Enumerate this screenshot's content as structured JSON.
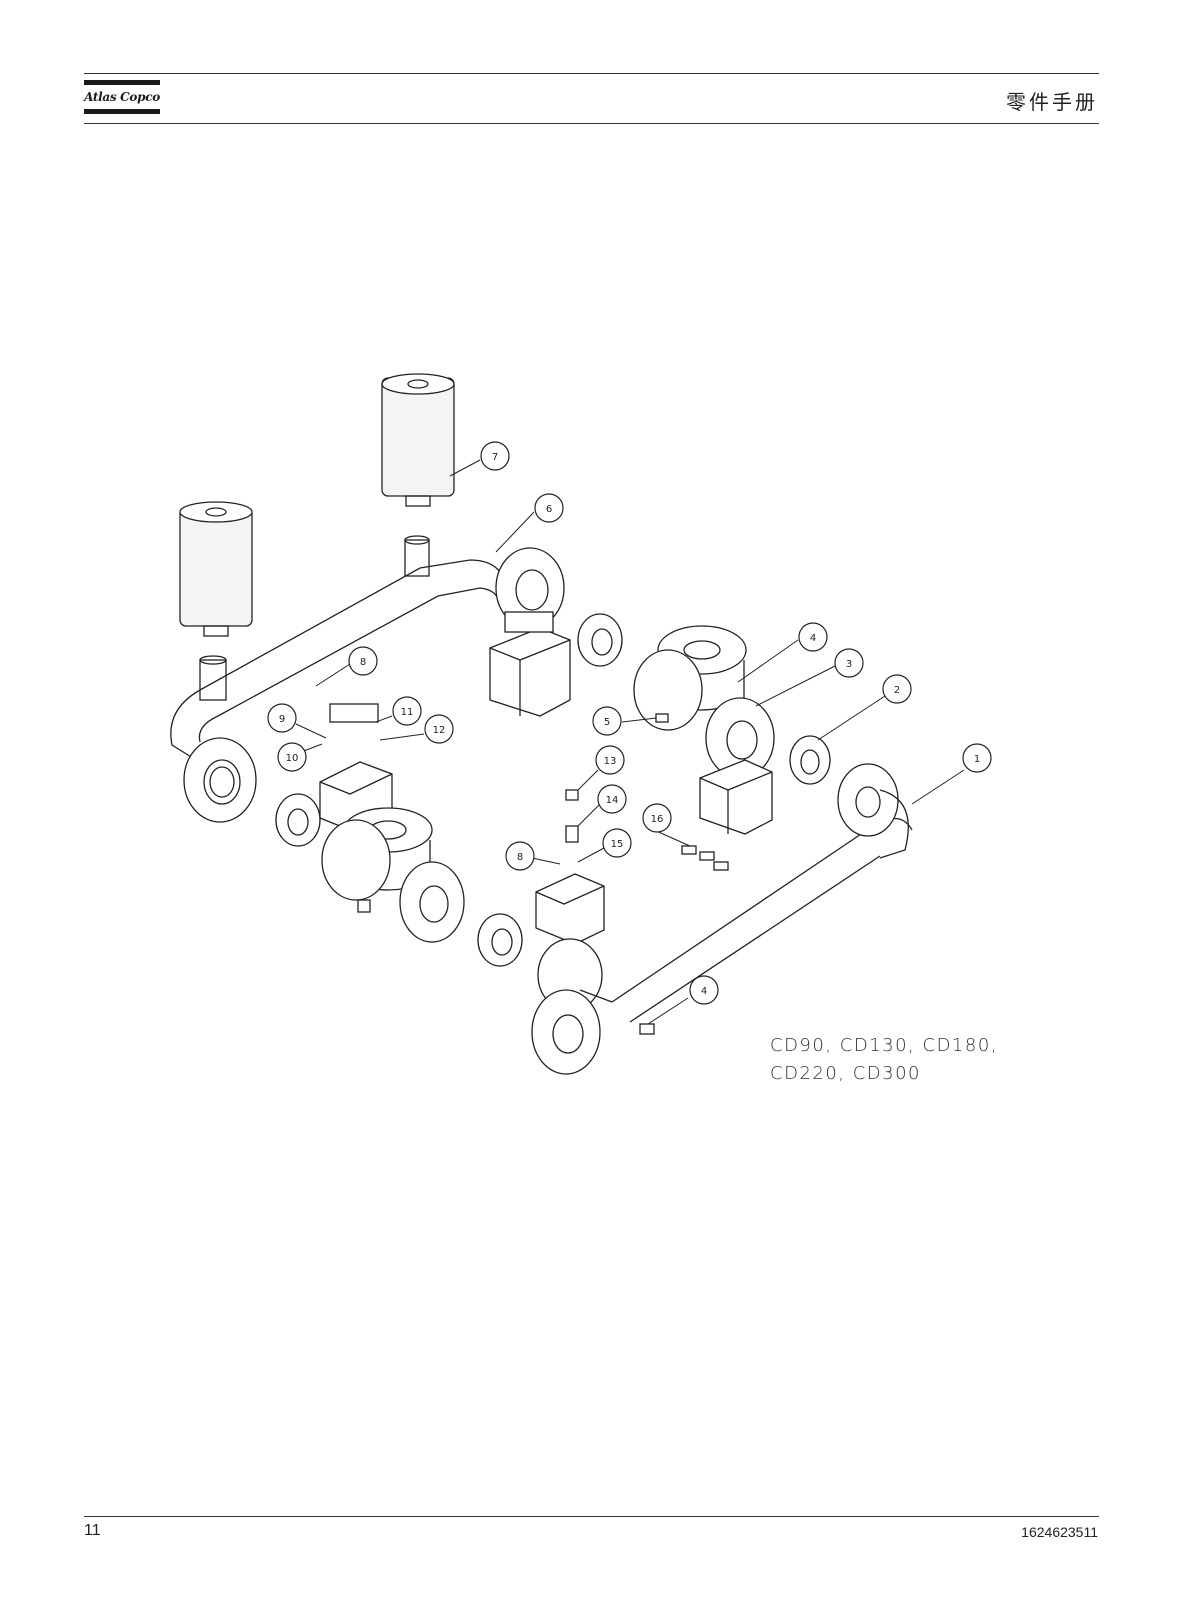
{
  "header": {
    "brand": "Atlas Copco",
    "title": "零件手册"
  },
  "figure": {
    "models_line1": "CD90, CD130, CD180,",
    "models_line2": "CD220, CD300",
    "callouts": [
      "1",
      "2",
      "3",
      "4",
      "5",
      "6",
      "7",
      "8",
      "9",
      "10",
      "11",
      "12",
      "13",
      "14",
      "15",
      "16",
      "8",
      "4"
    ]
  },
  "footer": {
    "page_number": "11",
    "doc_number": "1624623511"
  }
}
